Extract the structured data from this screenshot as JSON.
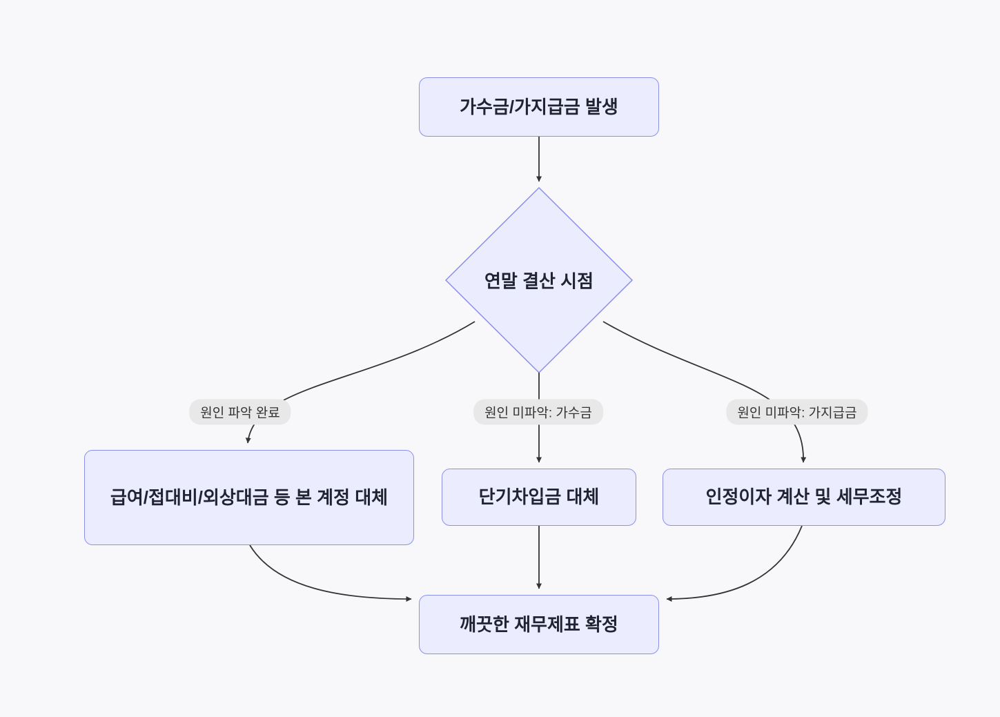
{
  "diagram": {
    "nodes": {
      "start": {
        "label": "가수금/가지급금 발생"
      },
      "decision": {
        "label": "연말 결산 시점"
      },
      "resolve": {
        "label": "급여/접대비/외상대금 등 본 계정 대체"
      },
      "loan": {
        "label": "단기차입금 대체"
      },
      "interest": {
        "label": "인정이자 계산 및 세무조정"
      },
      "finish": {
        "label": "깨끗한 재무제표 확정"
      }
    },
    "edge_labels": {
      "cause_identified": "원인 파악 완료",
      "cause_unknown_gasu": "원인 미파악: 가수금",
      "cause_unknown_gajigeup": "원인 미파악: 가지급금"
    },
    "colors": {
      "canvas_bg": "#f8f8fb",
      "node_fill": "#ececff",
      "node_border": "#8a90e8",
      "edge_stroke": "#333333",
      "edge_label_bg": "#e8e8e8",
      "text": "#1f2430"
    }
  }
}
